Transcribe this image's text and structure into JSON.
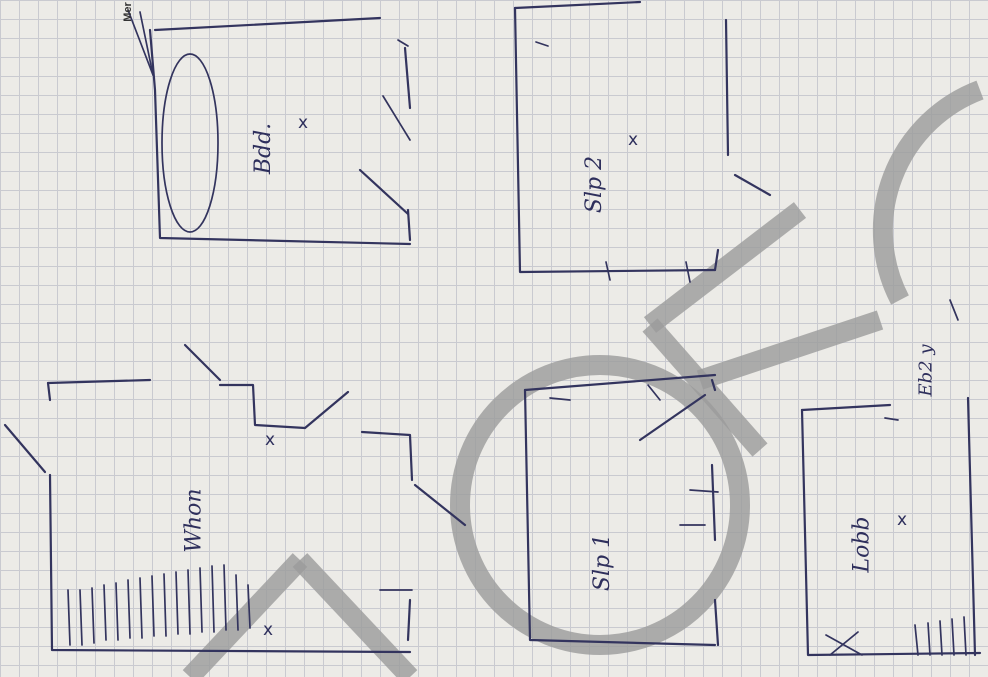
{
  "logo": {
    "text": "Mer"
  },
  "rooms": [
    {
      "label": "Bdd."
    },
    {
      "label": "Slp 2"
    },
    {
      "label": "Whon"
    },
    {
      "label": "Slp 1"
    },
    {
      "label": "Lobb"
    }
  ],
  "annotations": {
    "note": "Eb2 y"
  },
  "marks": {
    "x": "x"
  }
}
